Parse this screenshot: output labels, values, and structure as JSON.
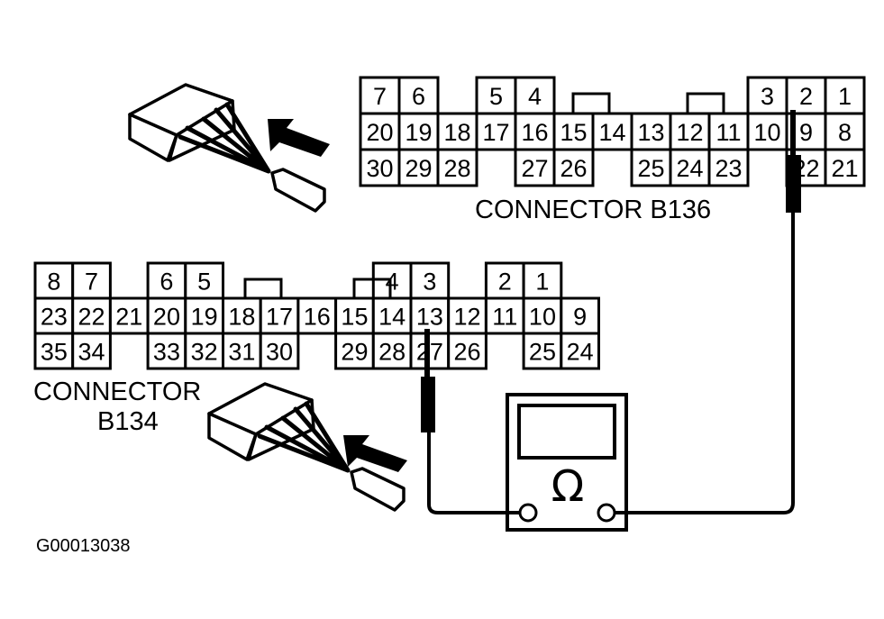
{
  "figure_id": "G00013038",
  "meter": {
    "symbol": "Ω",
    "type": "ohmmeter"
  },
  "connectors": [
    {
      "id": "B136",
      "caption": "CONNECTOR B136",
      "caption_lines": [
        "CONNECTOR B136"
      ],
      "rows": [
        [
          "7",
          "6",
          null,
          "5",
          "4",
          null,
          null,
          null,
          null,
          null,
          "3",
          "2",
          "1"
        ],
        [
          "20",
          "19",
          "18",
          "17",
          "16",
          "15",
          "14",
          "13",
          "12",
          "11",
          "10",
          "9",
          "8"
        ],
        [
          "30",
          "29",
          "28",
          null,
          "27",
          "26",
          null,
          "25",
          "24",
          "23",
          null,
          "22",
          "21"
        ]
      ],
      "probed_pin": "9 / 22 (column 12)"
    },
    {
      "id": "B134",
      "caption": "CONNECTOR B134",
      "caption_lines": [
        "CONNECTOR",
        "B134"
      ],
      "rows": [
        [
          "8",
          "7",
          null,
          "6",
          "5",
          null,
          null,
          null,
          null,
          "4",
          "3",
          null,
          "2",
          "1"
        ],
        [
          "23",
          "22",
          "21",
          "20",
          "19",
          "18",
          "17",
          "16",
          "15",
          "14",
          "13",
          "12",
          "11",
          "10",
          "9"
        ],
        [
          "35",
          "34",
          null,
          "33",
          "32",
          "31",
          "30",
          null,
          "29",
          "28",
          "27",
          "26",
          null,
          "25",
          "24"
        ]
      ],
      "probed_pin": "13 / 27"
    }
  ]
}
